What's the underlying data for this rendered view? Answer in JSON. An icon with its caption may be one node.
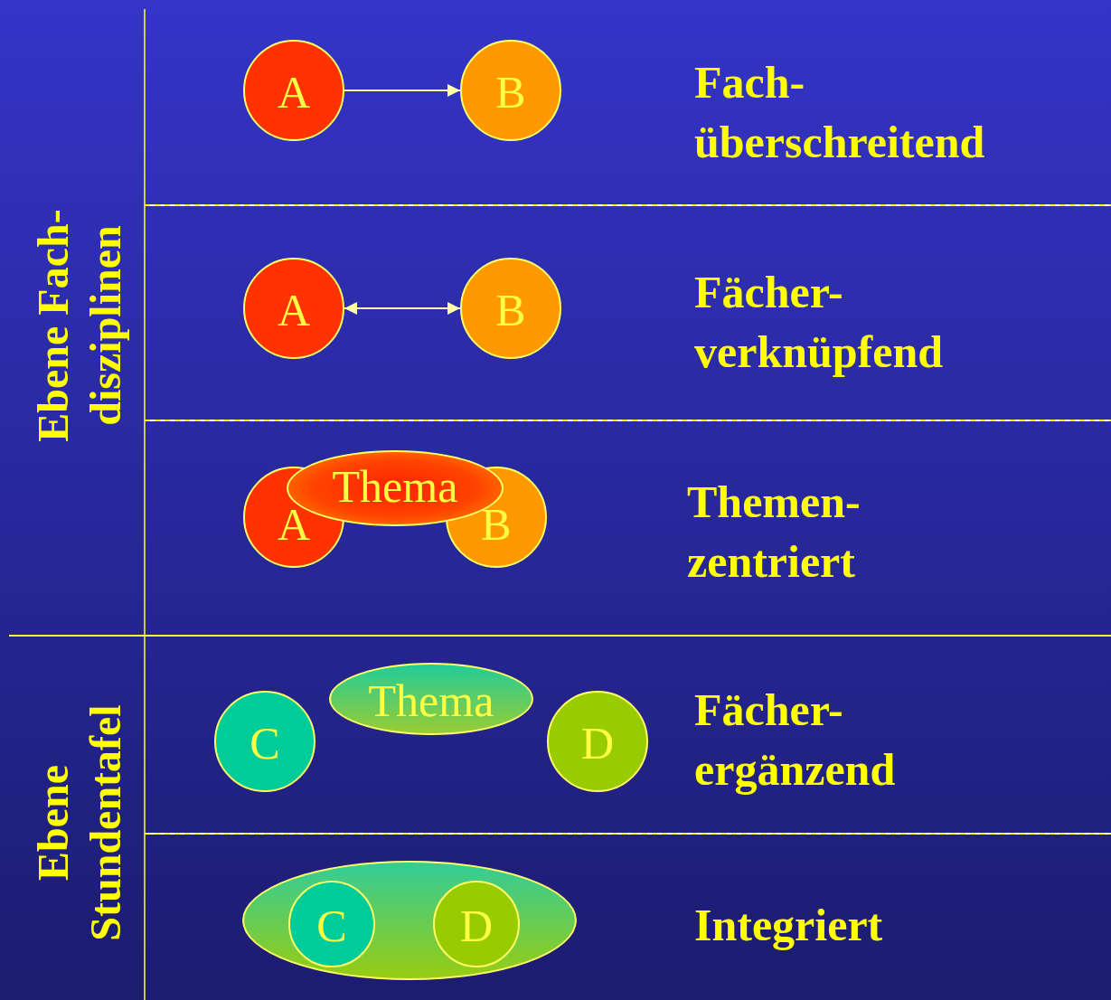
{
  "diagram": {
    "nodes": [
      {
        "text": [
          "A"
        ]
      },
      {
        "text": [
          "B"
        ]
      },
      {
        "text": [
          "A"
        ]
      },
      {
        "text": [
          "B"
        ]
      },
      {
        "text": [
          "A"
        ]
      },
      {
        "text": [
          "B"
        ]
      },
      {
        "text": [
          "Thema"
        ]
      },
      {
        "text": [
          "C"
        ]
      },
      {
        "text": [
          "Thema"
        ]
      },
      {
        "text": [
          "D"
        ]
      },
      {
        "text": [],
        "shape": "ellipse"
      },
      {
        "text": [
          "C"
        ],
        "in": 10
      },
      {
        "text": [
          "D"
        ],
        "in": 10
      }
    ],
    "edges": [
      {
        "from": 0,
        "to": 1,
        "arrow": "to"
      },
      {
        "from": 2,
        "to": 3,
        "arrow": "both"
      }
    ],
    "labels": [
      "Ebene Fach- disziplinen",
      "Fach- überschreitend",
      "Fächer- verknüpfend",
      "Themen- zentriert",
      "Ebene Stundentafel",
      "Fächer- ergänzend",
      "Integriert"
    ]
  }
}
